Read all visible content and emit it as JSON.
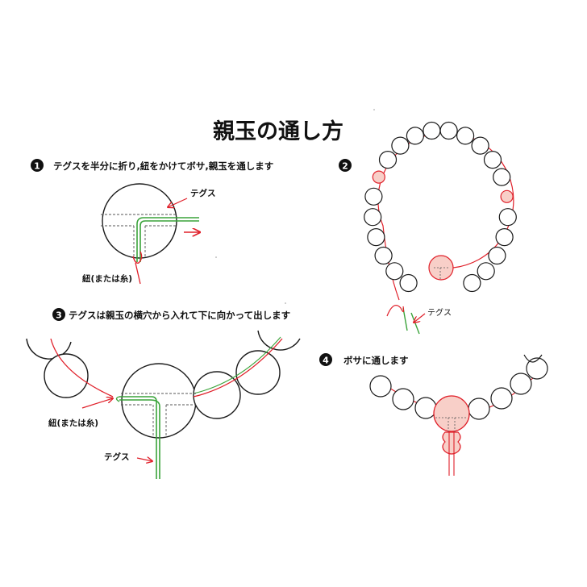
{
  "title": "親玉の通し方",
  "steps": [
    {
      "num": "1",
      "caption": "テグスを半分に折り,紐をかけてボサ,親玉を通します"
    },
    {
      "num": "2",
      "caption": ""
    },
    {
      "num": "3",
      "caption": "テグスは親玉の横穴から入れて下に向かって出します"
    },
    {
      "num": "4",
      "caption": "ボサに通します"
    }
  ],
  "labels": {
    "tegusu": "テグス",
    "himo": "紐(または糸)"
  },
  "colors": {
    "outline": "#1a1a1a",
    "cord": "#e0202a",
    "tegusu": "#3aa33a",
    "highlight_fill": "#f8cfc8",
    "dashed": "#555555"
  }
}
